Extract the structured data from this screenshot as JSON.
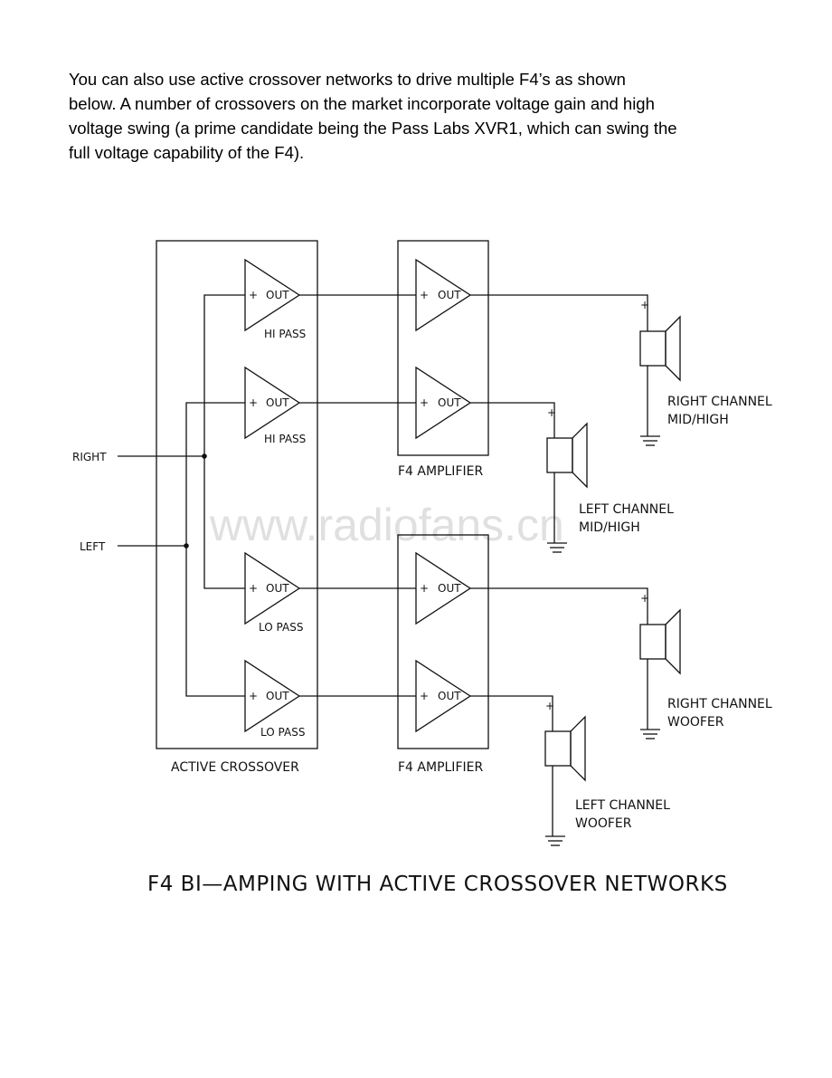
{
  "intro": {
    "lines": [
      "You can also use active crossover networks to drive multiple F4’s as shown",
      "below.  A number of crossovers on the market incorporate voltage gain and high",
      "voltage swing (a prime candidate being the Pass Labs XVR1, which can swing the",
      "full voltage capability of the F4)."
    ]
  },
  "diagram": {
    "inputs": {
      "right": "RIGHT",
      "left": "LEFT"
    },
    "amp_plus": "+",
    "amp_out": "OUT",
    "filters": {
      "hi_pass": "HI PASS",
      "lo_pass": "LO PASS"
    },
    "boxes": {
      "crossover": "ACTIVE CROSSOVER",
      "amp_top": "F4 AMPLIFIER",
      "amp_bottom": "F4 AMPLIFIER"
    },
    "speaker_plus": "+",
    "speakers": {
      "right_mid": [
        "RIGHT CHANNEL",
        "MID/HIGH"
      ],
      "left_mid": [
        "LEFT CHANNEL",
        "MID/HIGH"
      ],
      "right_woofer": [
        "RIGHT CHANNEL",
        "WOOFER"
      ],
      "left_woofer": [
        "LEFT CHANNEL",
        "WOOFER"
      ]
    },
    "title": "F4 BI—AMPING WITH ACTIVE  CROSSOVER NETWORKS",
    "watermark": "www.radiofans.cn"
  }
}
